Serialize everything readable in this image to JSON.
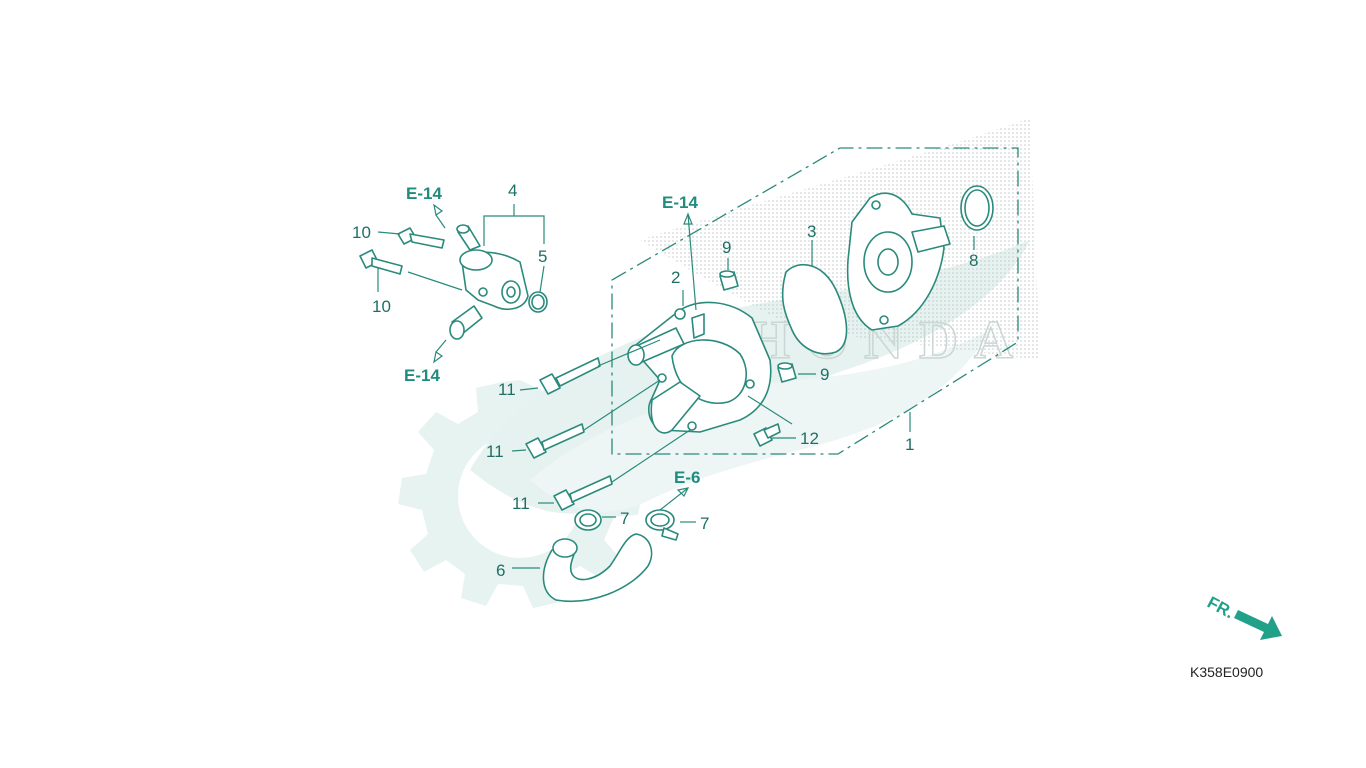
{
  "diagram": {
    "refs": {
      "e14_top_left": "E-14",
      "e14_bottom_left": "E-14",
      "e14_center": "E-14",
      "e6": "E-6"
    },
    "callouts": {
      "c1": "1",
      "c2": "2",
      "c3": "3",
      "c4": "4",
      "c5": "5",
      "c6": "6",
      "c7a": "7",
      "c7b": "7",
      "c8": "8",
      "c9a": "9",
      "c9b": "9",
      "c10a": "10",
      "c10b": "10",
      "c11a": "11",
      "c11b": "11",
      "c11c": "11",
      "c12": "12"
    },
    "direction_label": "FR.",
    "diagram_code": "K358E0900",
    "watermark_text": "HONDA",
    "colors": {
      "line": "#2a8a7c",
      "label": "#1f6f66",
      "ref": "#1f8c7d",
      "watermark": "#e3f1ee",
      "arrow": "#21a08a"
    },
    "icons": [
      "front-direction-arrow-icon",
      "gear-watermark-icon",
      "wing-watermark-icon"
    ]
  }
}
